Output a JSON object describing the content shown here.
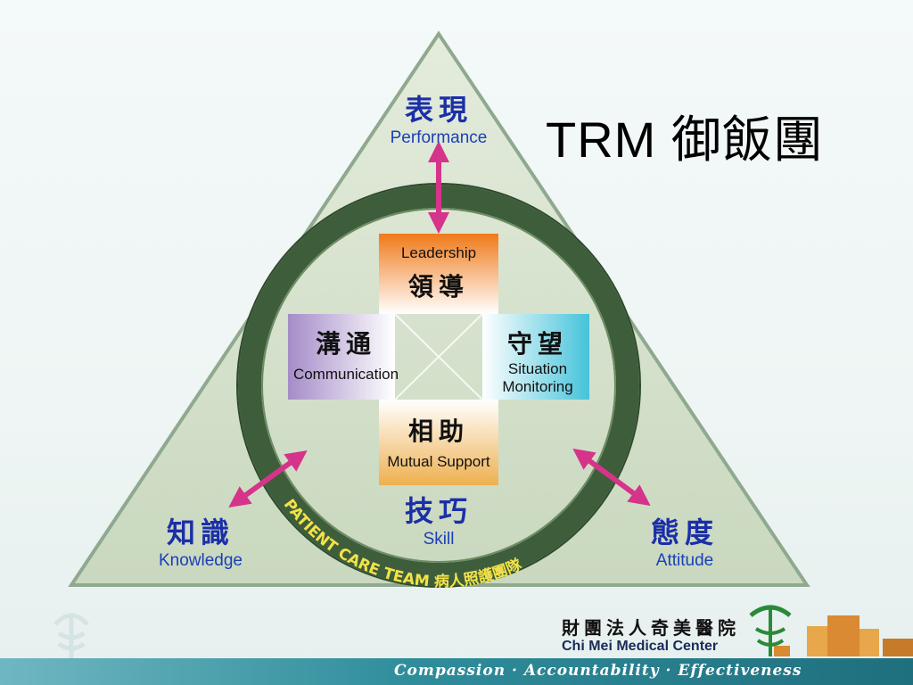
{
  "title": {
    "latin": "TRM",
    "chinese": "御飯團"
  },
  "diagram": {
    "performance": {
      "zh": "表現",
      "en": "Performance"
    },
    "knowledge": {
      "zh": "知識",
      "en": "Knowledge"
    },
    "attitude": {
      "zh": "態度",
      "en": "Attitude"
    },
    "skill": {
      "zh": "技巧",
      "en": "Skill"
    },
    "leadership": {
      "en": "Leadership",
      "zh": "領導"
    },
    "communication": {
      "zh": "溝通",
      "en": "Communication"
    },
    "situation": {
      "zh": "守望",
      "en1": "Situation",
      "en2": "Monitoring"
    },
    "mutual": {
      "zh": "相助",
      "en": "Mutual Support"
    },
    "ring_text": "PATIENT CARE TEAM 病人照護團隊"
  },
  "footer": {
    "org_zh": "財團法人奇美醫院",
    "org_en": "Chi Mei Medical Center",
    "slogan": "Compassion · Accountability · Effectiveness"
  },
  "colors": {
    "triangle_fill": "#d3e0cb",
    "triangle_stroke": "#8fa98e",
    "ring": "#3e5e3b",
    "ring_text": "#f3e24a",
    "arrow": "#d6338a",
    "leadership_box": "#f08a2a",
    "communication_box": "#b9a5d4",
    "situation_box": "#5fcce0",
    "mutual_box": "#f0c070",
    "label_blue": "#1b2fa8",
    "footer_bar": "#2f8d9b"
  },
  "icons": [
    "double-arrow-icon",
    "chi-mei-logo-icon",
    "hospital-building-icon"
  ]
}
